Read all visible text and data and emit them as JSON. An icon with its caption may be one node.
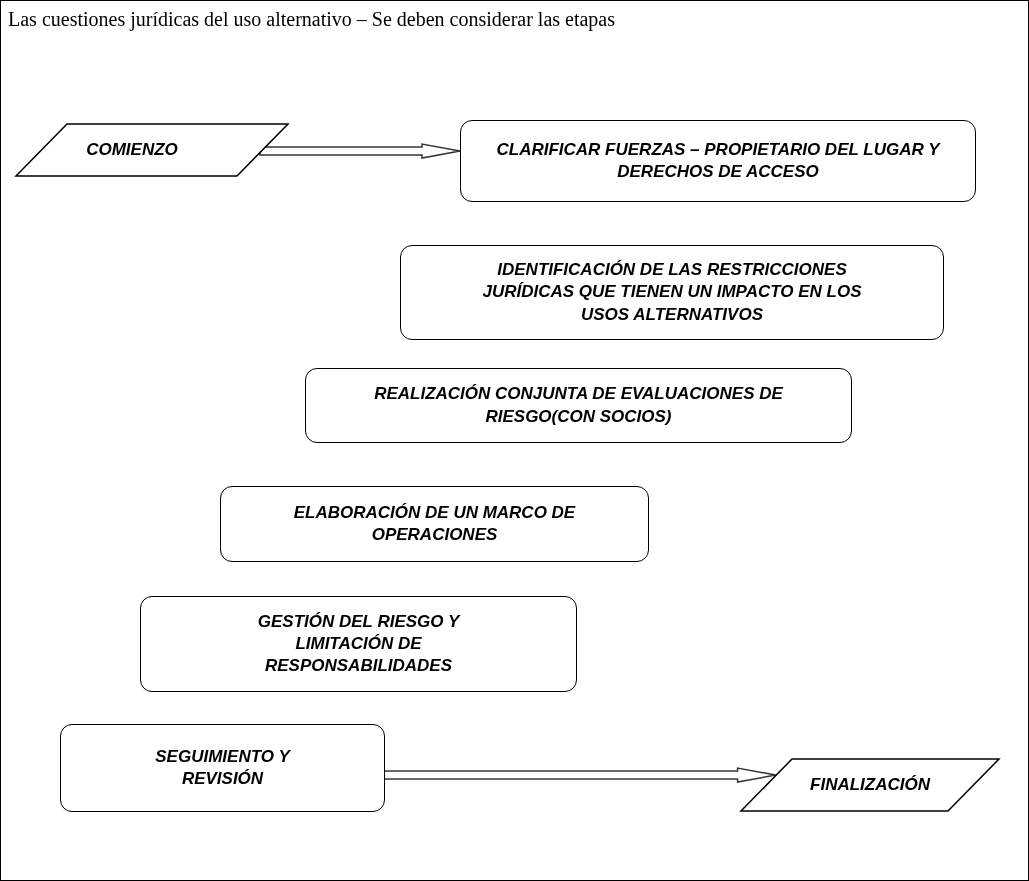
{
  "diagram": {
    "title": "Las cuestiones jurídicas del uso alternativo – Se deben considerar las etapas",
    "nodes": [
      {
        "text": [
          "COMIENZO"
        ]
      },
      {
        "text": [
          "CLARIFICAR FUERZAS – PROPIETARIO DEL LUGAR Y DERECHOS DE ACCESO"
        ]
      },
      {
        "text": [
          "IDENTIFICACIÓN DE LAS RESTRICCIONES JURÍDICAS QUE TIENEN UN IMPACTO EN LOS USOS ALTERNATIVOS"
        ]
      },
      {
        "text": [
          "REALIZACIÓN CONJUNTA DE EVALUACIONES DE RIESGO(CON SOCIOS)"
        ]
      },
      {
        "text": [
          "ELABORACIÓN DE UN MARCO DE OPERACIONES"
        ]
      },
      {
        "text": [
          "GESTIÓN DEL RIESGO Y LIMITACIÓN DE RESPONSABILIDADES"
        ]
      },
      {
        "text": [
          "SEGUIMIENTO Y REVISIÓN"
        ]
      },
      {
        "text": [
          "FINALIZACIÓN"
        ]
      }
    ],
    "edges": [
      {
        "from": 0,
        "to": 1,
        "arrow": "to"
      },
      {
        "from": 6,
        "to": 7,
        "arrow": "to"
      }
    ]
  }
}
